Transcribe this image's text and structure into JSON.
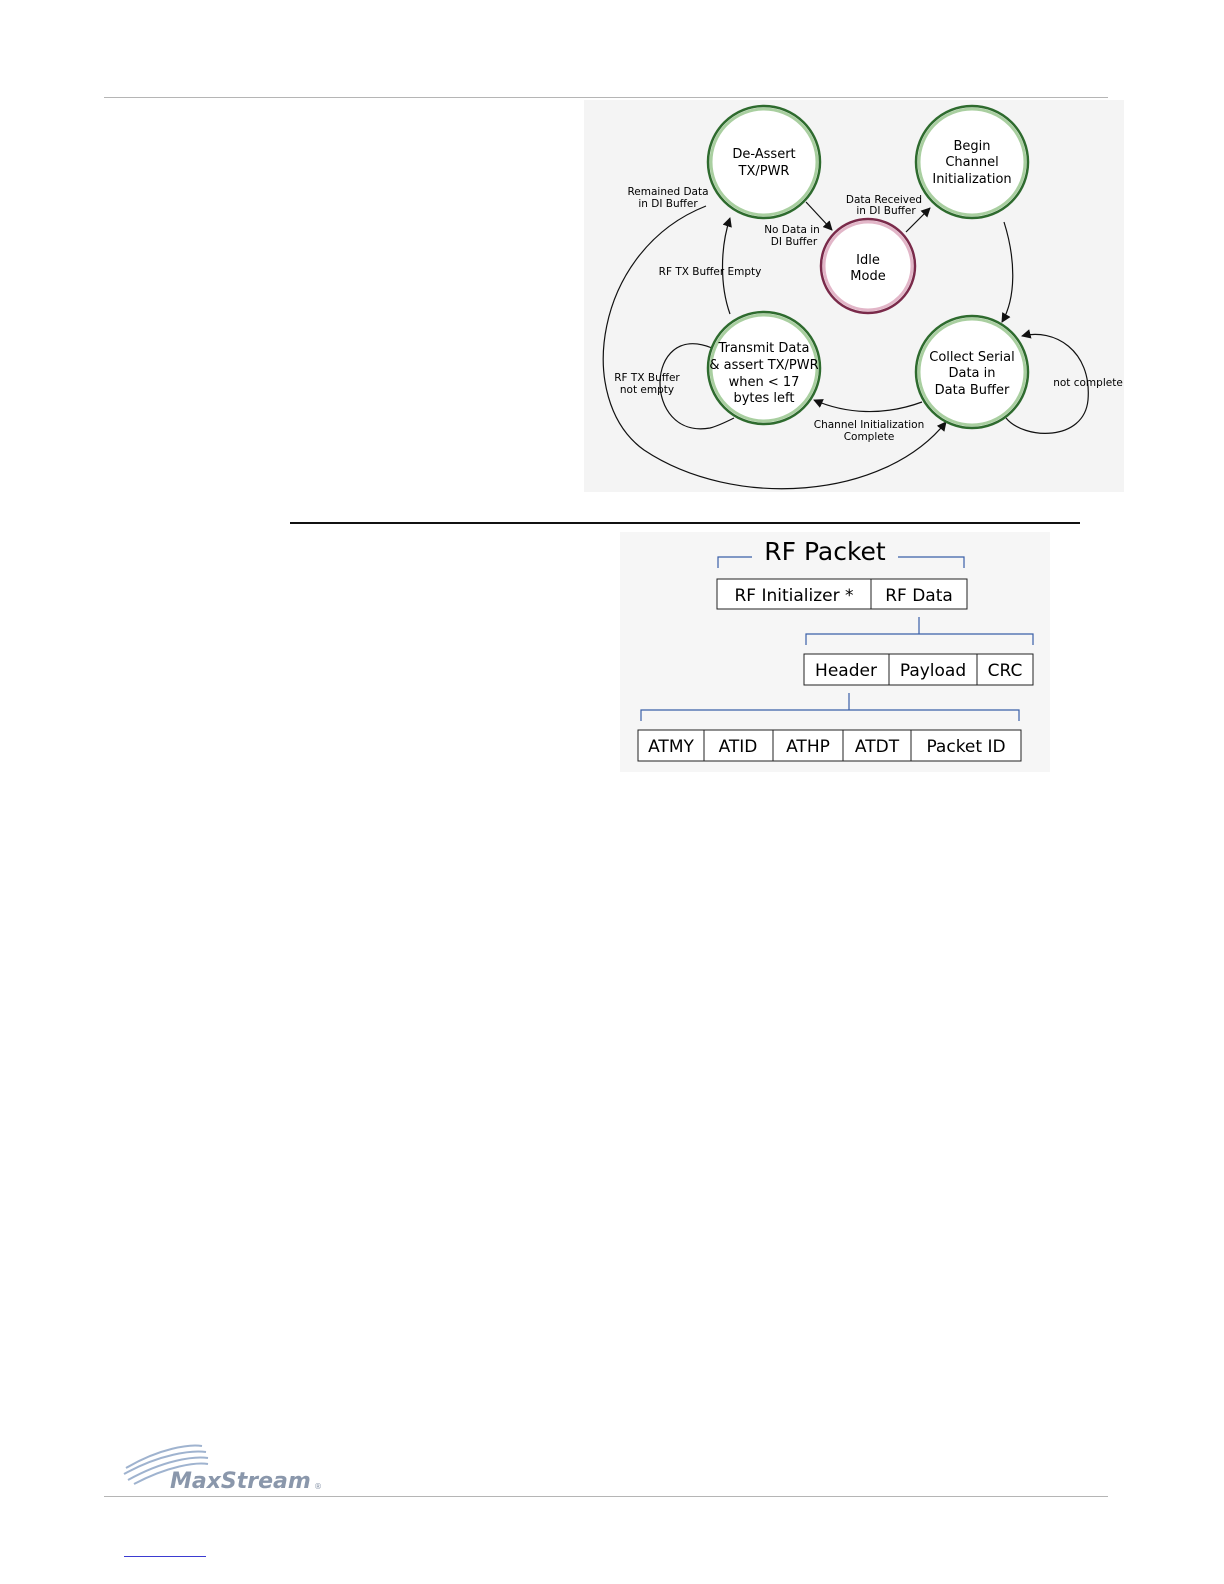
{
  "state_diagram": {
    "states": {
      "deassert": [
        "De-Assert",
        "TX/PWR"
      ],
      "begin_channel": [
        "Begin",
        "Channel",
        "Initialization"
      ],
      "idle": [
        "Idle",
        "Mode"
      ],
      "transmit": [
        "Transmit Data",
        "& assert TX/PWR",
        "when < 17",
        "bytes left"
      ],
      "collect": [
        "Collect Serial",
        "Data in",
        "Data Buffer"
      ]
    },
    "transitions": {
      "remained_data": [
        "Remained Data",
        "in DI Buffer"
      ],
      "no_data": [
        "No Data in",
        "DI Buffer"
      ],
      "data_received": [
        "Data Received",
        "in DI Buffer"
      ],
      "rf_tx_empty": "RF TX Buffer Empty",
      "rf_tx_not_empty": [
        "RF TX Buffer",
        "not empty"
      ],
      "not_complete": "not complete",
      "channel_init_complete": [
        "Channel Initialization",
        "Complete"
      ]
    }
  },
  "packet_diagram": {
    "title": "RF Packet",
    "level1": [
      "RF Initializer *",
      "RF Data"
    ],
    "level2": [
      "Header",
      "Payload",
      "CRC"
    ],
    "level3": [
      "ATMY",
      "ATID",
      "ATHP",
      "ATDT",
      "Packet ID"
    ]
  },
  "logo": {
    "text": "MaxStream",
    "mark": "®"
  }
}
